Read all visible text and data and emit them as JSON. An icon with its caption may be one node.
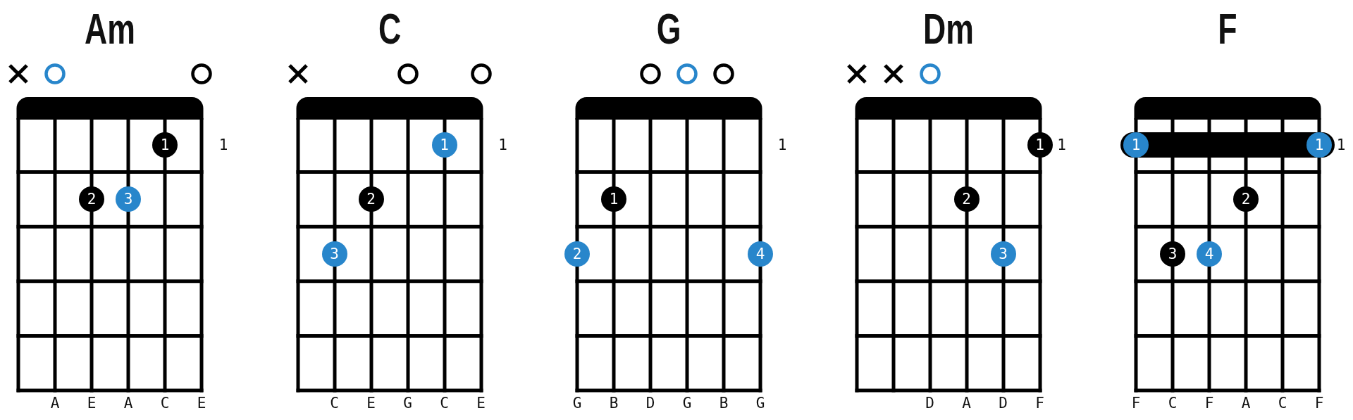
{
  "diagram": {
    "nodes": [
      {
        "text": [
          "Am"
        ],
        "beside": [
          "A",
          "E",
          "A",
          "C",
          "E"
        ]
      },
      {
        "text": [
          "1"
        ],
        "in": 0
      },
      {
        "text": [
          "2"
        ],
        "in": 0
      },
      {
        "text": [
          "3"
        ],
        "in": 0
      },
      {
        "text": [
          "C"
        ],
        "beside": [
          "C",
          "E",
          "G",
          "C",
          "E"
        ]
      },
      {
        "text": [
          "1"
        ],
        "in": 4
      },
      {
        "text": [
          "2"
        ],
        "in": 4
      },
      {
        "text": [
          "3"
        ],
        "in": 4
      },
      {
        "text": [
          "G"
        ],
        "beside": [
          "G",
          "B",
          "D",
          "G",
          "B",
          "G"
        ]
      },
      {
        "text": [
          "1"
        ],
        "in": 8
      },
      {
        "text": [
          "2"
        ],
        "in": 8
      },
      {
        "text": [
          "4"
        ],
        "in": 8
      },
      {
        "text": [
          "Dm"
        ],
        "beside": [
          "D",
          "A",
          "D",
          "F"
        ]
      },
      {
        "text": [
          "1"
        ],
        "in": 12
      },
      {
        "text": [
          "2"
        ],
        "in": 12
      },
      {
        "text": [
          "3"
        ],
        "in": 12
      },
      {
        "text": [
          "F"
        ],
        "beside": [
          "F",
          "C",
          "F",
          "A",
          "C",
          "F"
        ]
      },
      {
        "text": [],
        "shape": "bar",
        "in": 16
      },
      {
        "text": [
          "1"
        ],
        "in": 17
      },
      {
        "text": [
          "1"
        ],
        "in": 17
      },
      {
        "text": [
          "2"
        ],
        "in": 16
      },
      {
        "text": [
          "3"
        ],
        "in": 16
      },
      {
        "text": [
          "4"
        ],
        "in": 16
      }
    ],
    "labels": [
      "1",
      "1",
      "1",
      "1",
      "1"
    ]
  }
}
